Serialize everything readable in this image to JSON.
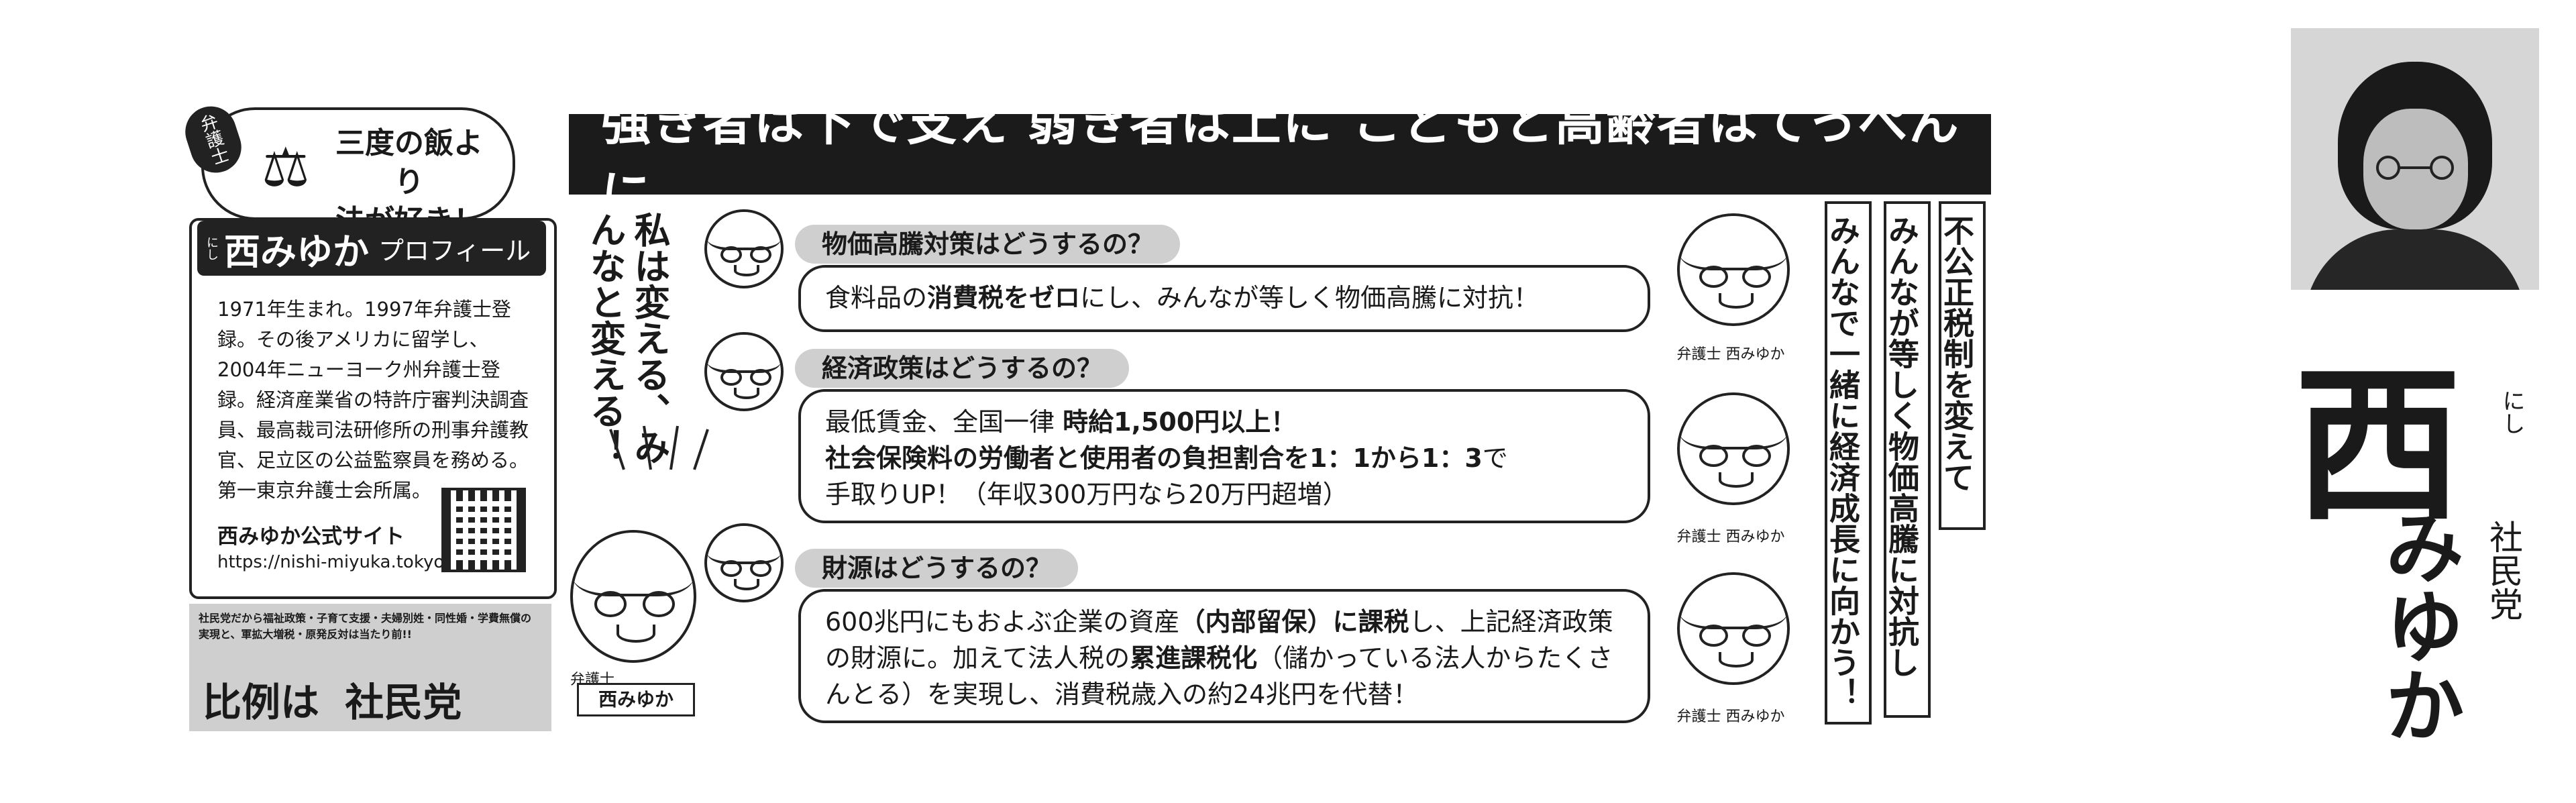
{
  "badge": {
    "tag": "弁護士",
    "line1": "三度の飯より",
    "line2": "法が好き！"
  },
  "profile": {
    "furigana": "にし",
    "name": "西みゆか",
    "heading": "プロフィール",
    "bio": "1971年生まれ。1997年弁護士登録。その後アメリカに留学し、2004年ニューヨーク州弁護士登録。経済産業省の特許庁審判決調査員、最高裁司法研修所の刑事弁護教官、足立区の公益監察員を務める。第一東京弁護士会所属。",
    "site_label": "西みゆか公式サイト",
    "url": "https://nishi-miyuka.tokyo"
  },
  "party_box": {
    "note": "社民党だから福祉政策・子育て支援・夫婦別姓・同性婚・学費無償の実現と、軍拡大増税・原発反対は当たり前!!",
    "pr_prefix": "比例は",
    "pr_party": "社民党"
  },
  "headline": "強き者は下で支え 弱き者は上に こどもと高齢者はてっぺんに",
  "slogan": {
    "col1": "私は変える、",
    "col2": "みんなと変える！"
  },
  "main_character": {
    "tag": "弁護士",
    "name": "西みゆか"
  },
  "qa": [
    {
      "question": "物価高騰対策はどうするの？",
      "answer_pre": "食料品の",
      "answer_bold": "消費税をゼロ",
      "answer_post": "にし、みんなが等しく物価高騰に対抗！"
    },
    {
      "question": "経済政策はどうするの？",
      "line1_pre": "最低賃金、全国一律 ",
      "line1_bold": "時給1,500円以上！",
      "line2_bold": "社会保険料の労働者と使用者の負担割合を1：1から1：3",
      "line2_post": "で",
      "line3": "手取りUP！（年収300万円なら20万円超増）"
    },
    {
      "question": "財源はどうするの？",
      "p1": "600兆円にもおよぶ企業の資産",
      "p1_bold": "（内部留保）に課税",
      "p2": "し、上記経済政策の財源に。加えて法人税の",
      "p2_bold": "累進課税化",
      "p3": "（儲かっている法人からたくさんとる）を実現し、消費税歳入の約24兆円を代替！"
    }
  ],
  "lawyer_caption": "弁護士 西みゆか",
  "vertical_slogans": {
    "s1": "不公正税制を変えて",
    "s2": "みんなが等しく物価高騰に対抗し",
    "s3": "みんなで一緒に経済成長に向かう！"
  },
  "candidate": {
    "surname": "西",
    "surname_furigana": "にし",
    "given_name": "みゆか",
    "party": "社民党"
  }
}
